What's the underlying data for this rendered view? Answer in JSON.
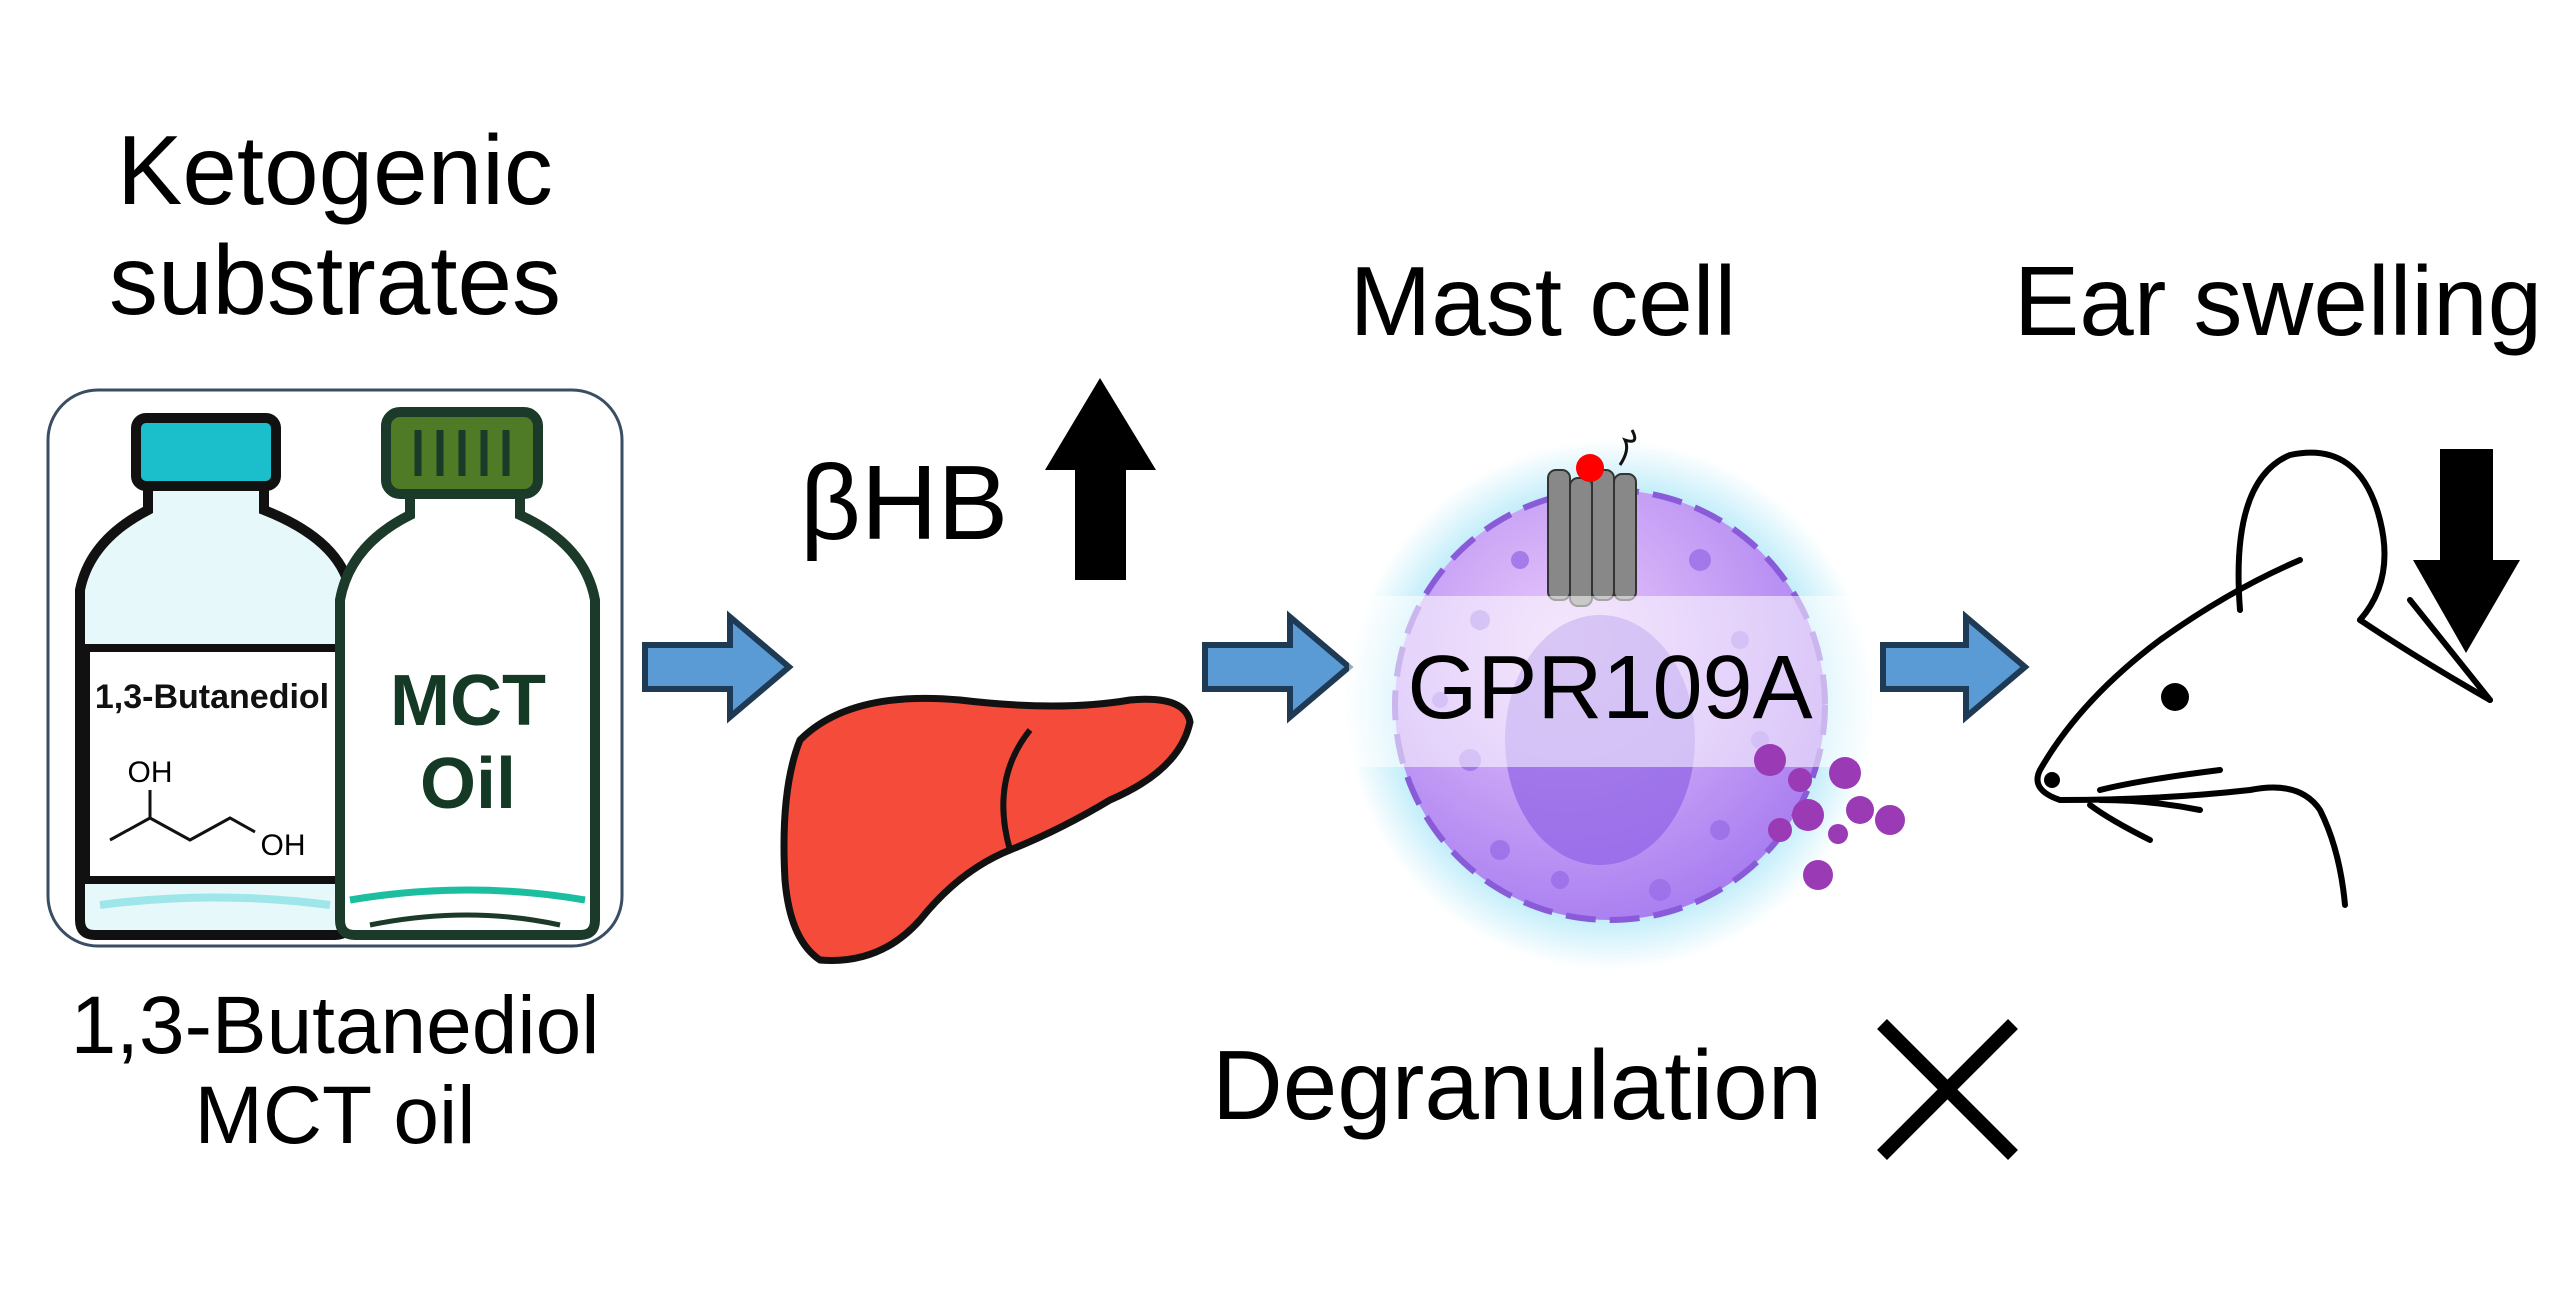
{
  "left": {
    "title_line1": "Ketogenic",
    "title_line2": "substrates",
    "bottle1_label": "1,3-Butanediol",
    "bottle1_oh_top": "OH",
    "bottle1_oh_bottom": "OH",
    "bottle2_label_line1": "MCT",
    "bottle2_label_line2": "Oil",
    "caption_line1": "1,3-Butanediol",
    "caption_line2": "MCT oil"
  },
  "liver": {
    "label": "βHB",
    "direction": "up"
  },
  "mast_cell": {
    "title": "Mast cell",
    "receptor": "GPR109A",
    "effect": "Degranulation",
    "effect_symbol": "blocked-x"
  },
  "outcome": {
    "title": "Ear swelling",
    "direction": "down"
  },
  "colors": {
    "arrow_fill": "#5b9bd5",
    "arrow_stroke": "#1f3a55",
    "liver": "#f44b3a",
    "cell": "#a77bf0",
    "glow": "#9fe3f7",
    "granule": "#9a3ab5",
    "cap_blue": "#1bbfcc",
    "cap_green": "#4f7a26"
  }
}
